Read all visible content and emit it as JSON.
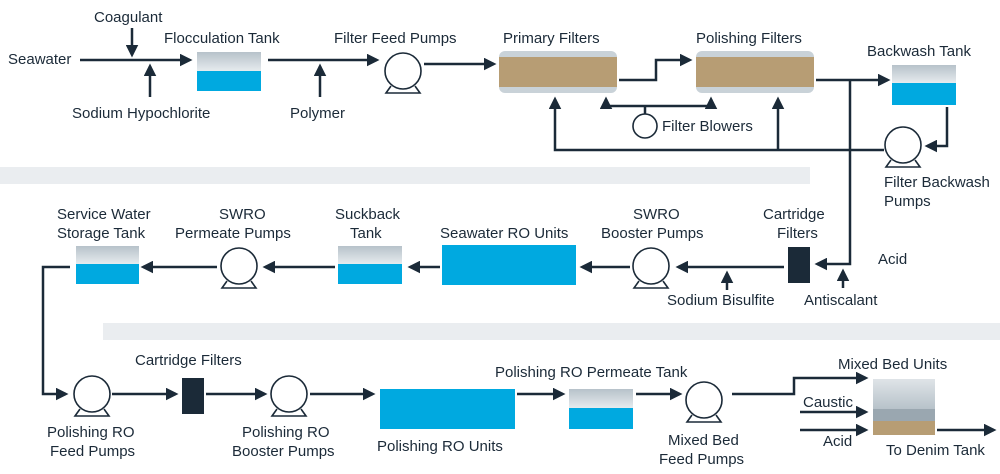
{
  "labels": {
    "seawater": "Seawater",
    "coagulant": "Coagulant",
    "sodium_hypochlorite": "Sodium Hypochlorite",
    "flocculation_tank": "Flocculation Tank",
    "polymer": "Polymer",
    "filter_feed_pumps": "Filter Feed Pumps",
    "primary_filters": "Primary Filters",
    "polishing_filters": "Polishing Filters",
    "filter_blowers": "Filter Blowers",
    "backwash_tank": "Backwash Tank",
    "filter_backwash_pumps_1": "Filter Backwash",
    "filter_backwash_pumps_2": "Pumps",
    "service_water_1": "Service Water",
    "service_water_2": "Storage Tank",
    "swro_permeate_1": "SWRO",
    "swro_permeate_2": "Permeate Pumps",
    "suckback_1": "Suckback",
    "suckback_2": "Tank",
    "seawater_ro_units": "Seawater RO Units",
    "swro_booster_1": "SWRO",
    "swro_booster_2": "Booster Pumps",
    "cartridge_1": "Cartridge",
    "cartridge_2": "Filters",
    "acid_top": "Acid",
    "sodium_bisulfite": "Sodium Bisulfite",
    "antiscalant": "Antiscalant",
    "cartridge_filters": "Cartridge Filters",
    "polishing_ro_feed_1": "Polishing RO",
    "polishing_ro_feed_2": "Feed Pumps",
    "polishing_ro_booster_1": "Polishing RO",
    "polishing_ro_booster_2": "Booster Pumps",
    "polishing_ro_units": "Polishing RO Units",
    "polishing_ro_permeate_tank": "Polishing RO Permeate Tank",
    "mixed_bed_feed_1": "Mixed Bed",
    "mixed_bed_feed_2": "Feed Pumps",
    "mixed_bed_units": "Mixed Bed Units",
    "caustic": "Caustic",
    "acid_bottom": "Acid",
    "to_denim_tank": "To Denim Tank"
  },
  "colors": {
    "water": "#00a9e0",
    "tank_top": "#c9d2d8",
    "filter_media": "#b79d74",
    "line": "#1b2a38",
    "separator": "#eaedf0",
    "cartridge": "#1b2a38"
  }
}
